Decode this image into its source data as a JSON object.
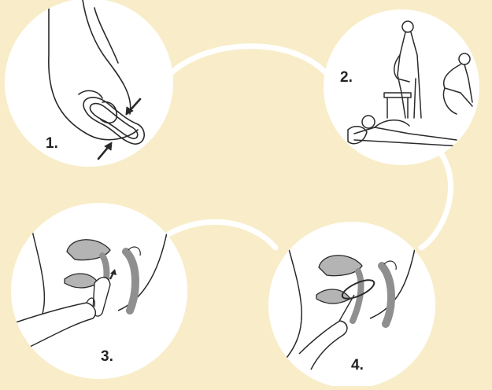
{
  "colors": {
    "background": "#f8edc8",
    "panel": "#ffffff",
    "connector": "#ffffff",
    "line": "#2a2a2a",
    "tissue": "#b4b4b4",
    "tissue_dark": "#8f8f8f"
  },
  "steps": [
    {
      "label": "1.",
      "icon": "fold-device-hand-icon"
    },
    {
      "label": "2.",
      "icon": "insertion-positions-icon"
    },
    {
      "label": "3.",
      "icon": "insert-device-anatomy-icon"
    },
    {
      "label": "4.",
      "icon": "device-in-place-anatomy-icon"
    }
  ]
}
